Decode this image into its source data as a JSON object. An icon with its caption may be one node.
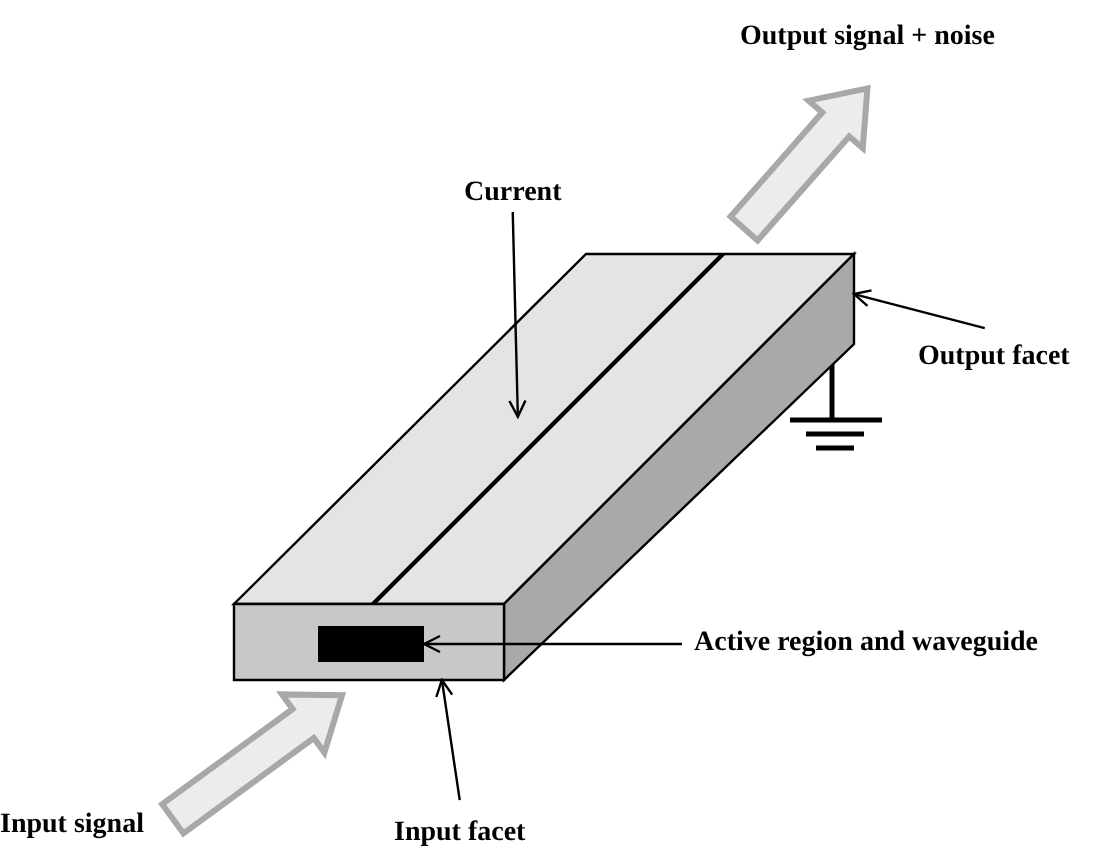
{
  "diagram": {
    "nodes": [
      {
        "text": [
          "Output signal + noise"
        ]
      },
      {
        "text": [
          "Current"
        ]
      },
      {
        "text": [],
        "shape": "bar"
      },
      {
        "text": [
          "Output facet"
        ]
      },
      {
        "text": [],
        "shape": "box"
      },
      {
        "text": [
          "Active region and waveguide"
        ]
      },
      {
        "text": [],
        "shape": "box"
      },
      {
        "text": [],
        "shape": "bar",
        "in": 6
      },
      {
        "text": [
          "Input signal"
        ]
      },
      {
        "text": [
          "Input facet"
        ]
      }
    ],
    "edges": [
      {
        "from": 4,
        "to": 0,
        "arrow": "to",
        "style": "thick"
      },
      {
        "from": 1,
        "to": 2,
        "arrow": "to"
      },
      {
        "from": 3,
        "to": 4,
        "arrow": "to"
      },
      {
        "from": 5,
        "to": 7,
        "arrow": "to"
      },
      {
        "from": 8,
        "to": 6,
        "arrow": "to",
        "style": "thick"
      },
      {
        "from": 9,
        "to": 6,
        "arrow": "to"
      }
    ]
  }
}
